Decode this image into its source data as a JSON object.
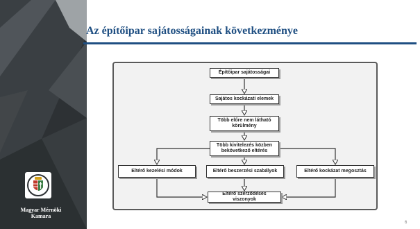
{
  "slide": {
    "title": "Az építőipar sajátosságainak következménye",
    "org_name_line1": "Magyar Mérnöki",
    "org_name_line2": "Kamara",
    "page_number": "6",
    "accent_color": "#1f4f82"
  },
  "diagram": {
    "boxes": [
      {
        "id": "box-1",
        "lines": [
          "Építőipar sajátosságai"
        ]
      },
      {
        "id": "box-2",
        "lines": [
          "Sajátos kockázati elemek"
        ]
      },
      {
        "id": "box-3",
        "lines": [
          "Több előre nem látható",
          "körülmény"
        ]
      },
      {
        "id": "box-4",
        "lines": [
          "Több kivitelezés közben",
          "bekövetkező eltérés"
        ]
      },
      {
        "id": "box-5",
        "lines": [
          "Eltérő kezelési módok"
        ]
      },
      {
        "id": "box-6",
        "lines": [
          "Eltérő beszerzési szabályok"
        ]
      },
      {
        "id": "box-7",
        "lines": [
          "Eltérő kockázat megosztás"
        ]
      },
      {
        "id": "box-8",
        "lines": [
          "Eltérő szerződéses viszonyok"
        ]
      }
    ]
  }
}
